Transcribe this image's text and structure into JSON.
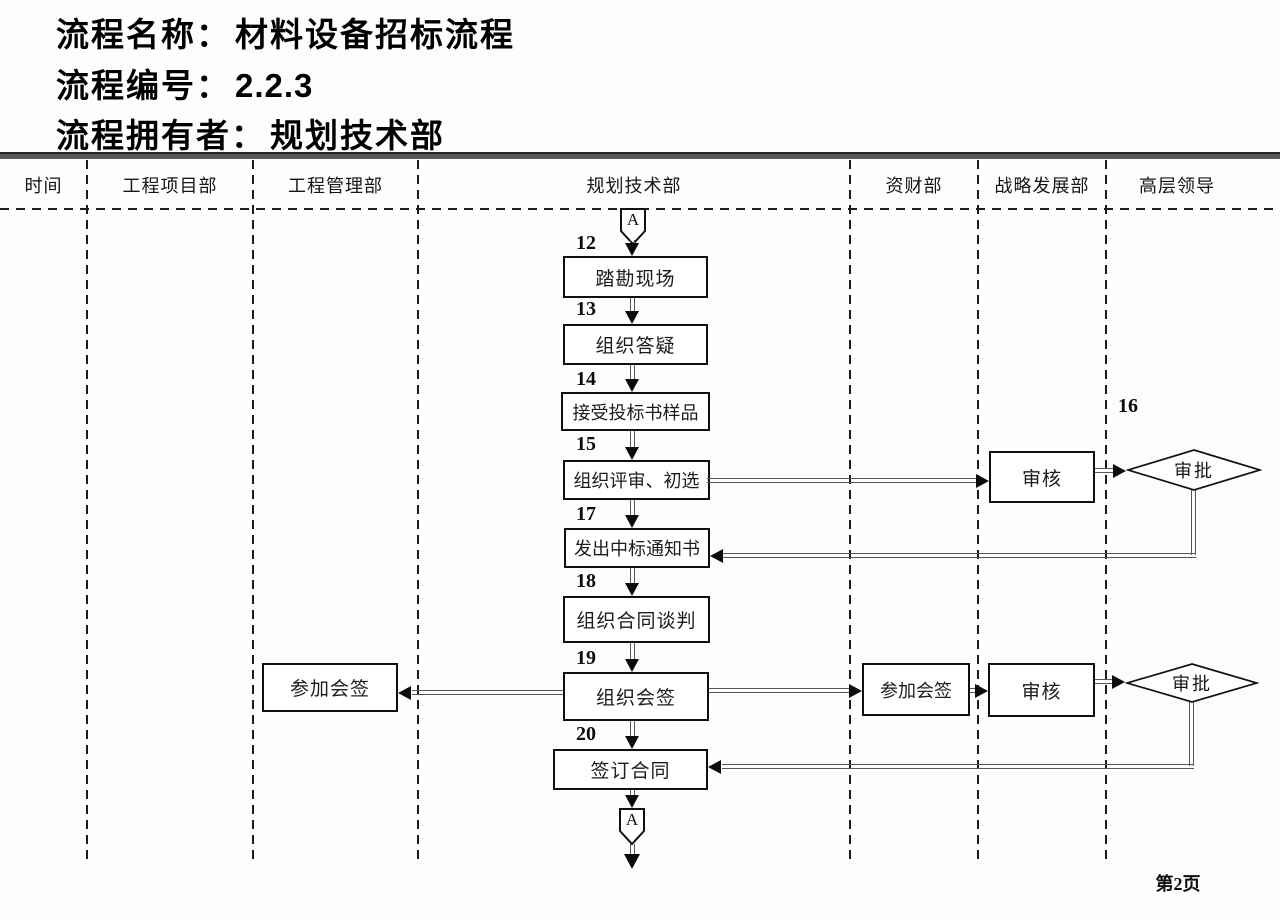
{
  "title": {
    "lines": [
      {
        "label": "流程名称：",
        "value": "材料设备招标流程"
      },
      {
        "label": "流程编号：",
        "value": "2.2.3"
      },
      {
        "label": "流程拥有者：",
        "value": "规划技术部"
      }
    ]
  },
  "lanes": [
    {
      "label": "时间"
    },
    {
      "label": "工程项目部"
    },
    {
      "label": "工程管理部"
    },
    {
      "label": "规划技术部"
    },
    {
      "label": "资财部"
    },
    {
      "label": "战略发展部"
    },
    {
      "label": "高层领导"
    }
  ],
  "flow": {
    "connector_top": {
      "label": "A"
    },
    "connector_bottom": {
      "label": "A"
    },
    "steps": [
      {
        "no": "12",
        "label": "踏勘现场"
      },
      {
        "no": "13",
        "label": "组织答疑"
      },
      {
        "no": "14",
        "label": "接受投标书样品"
      },
      {
        "no": "15",
        "label": "组织评审、初选"
      },
      {
        "no": "17",
        "label": "发出中标通知书"
      },
      {
        "no": "18",
        "label": "组织合同谈判"
      },
      {
        "no": "19",
        "label": "组织会签"
      },
      {
        "no": "20",
        "label": "签订合同"
      }
    ],
    "review_strategy_1": {
      "label": "审核"
    },
    "approval_1": {
      "no": "16",
      "label": "审批"
    },
    "countersign_mgmt": {
      "label": "参加会签"
    },
    "countersign_finance": {
      "label": "参加会签"
    },
    "review_strategy_2": {
      "label": "审核"
    },
    "approval_2": {
      "label": "审批"
    }
  },
  "footer": {
    "page": "第2页"
  },
  "colors": {
    "box_border": "#101010",
    "line": "#565656",
    "arrow": "#0c0c0c",
    "separator": "#3c3c3c"
  }
}
